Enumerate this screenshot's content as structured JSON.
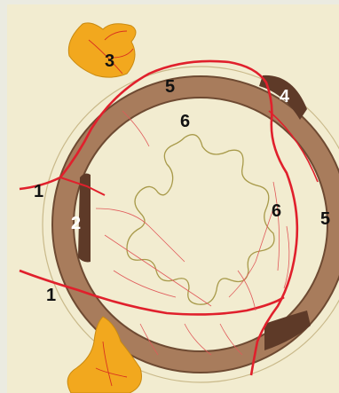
{
  "diagram": {
    "labels": {
      "one_top": "1",
      "one_bottom": "1",
      "two": "2",
      "three": "3",
      "four": "4",
      "five_top": "5",
      "five_right": "5",
      "six_top": "6",
      "six_right": "6"
    },
    "colors": {
      "background": "#f2ecd0",
      "ring_fill": "#a87c5c",
      "ring_edge": "#6e4a32",
      "vessel": "#e0202c",
      "gland": "#f2a81e",
      "lumen_outline": "#a89a4a",
      "nodule": "#5e3a28"
    }
  }
}
